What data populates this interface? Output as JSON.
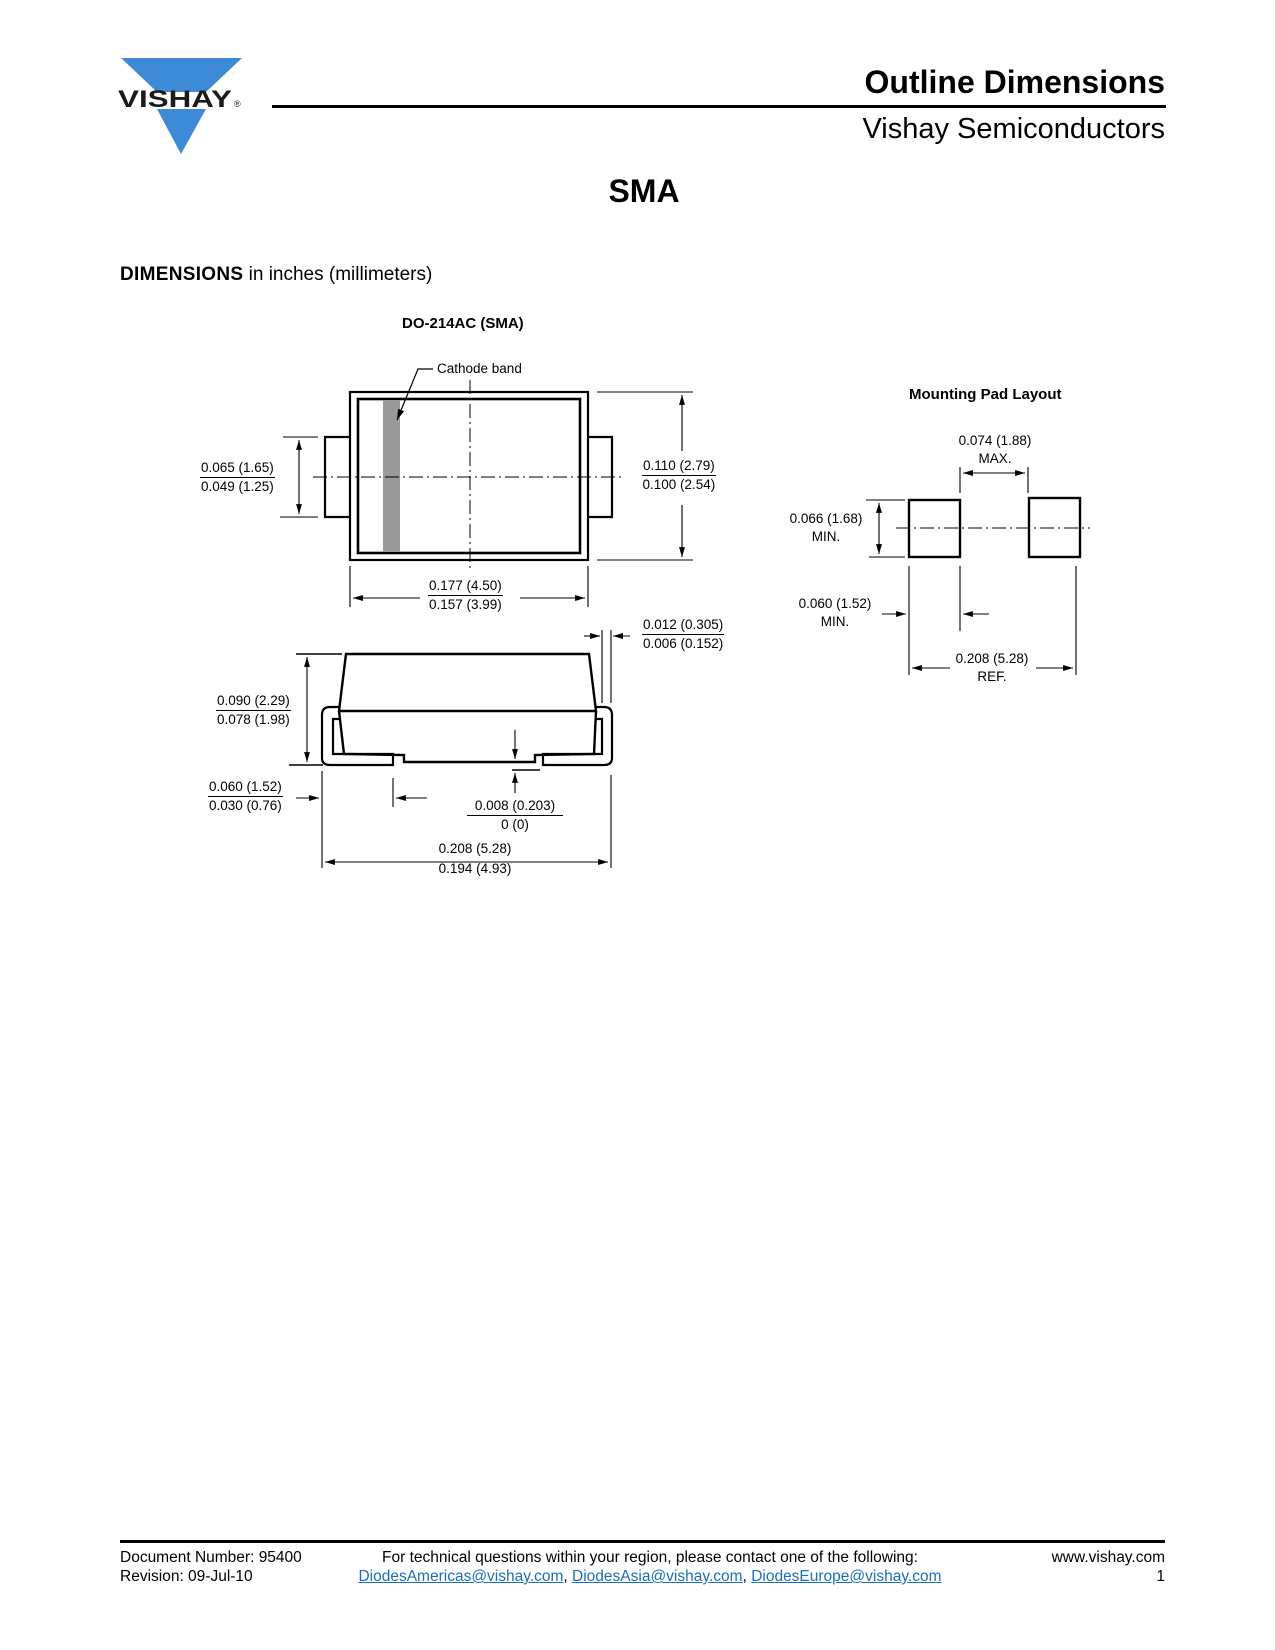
{
  "header": {
    "logo_text": "VISHAY",
    "logo_mark": "®",
    "brand_color": "#3d8ad6",
    "title": "Outline Dimensions",
    "subtitle": "Vishay Semiconductors"
  },
  "document": {
    "title": "SMA",
    "dimensions_heading_bold": "DIMENSIONS",
    "dimensions_heading_rest": " in inches (millimeters)"
  },
  "package_drawing": {
    "title": "DO-214AC (SMA)",
    "cathode_label": "Cathode band",
    "cathode_band_color": "#999999",
    "dims": {
      "lead_width": {
        "max": "0.065 (1.65)",
        "min": "0.049 (1.25)"
      },
      "body_width": {
        "max": "0.110 (2.79)",
        "min": "0.100 (2.54)"
      },
      "body_length": {
        "max": "0.177 (4.50)",
        "min": "0.157 (3.99)"
      },
      "lead_thickness": {
        "max": "0.012 (0.305)",
        "min": "0.006 (0.152)"
      },
      "height": {
        "max": "0.090 (2.29)",
        "min": "0.078 (1.98)"
      },
      "lead_length": {
        "max": "0.060 (1.52)",
        "min": "0.030 (0.76)"
      },
      "standoff": {
        "max": "0.008 (0.203)",
        "min": "0 (0)"
      },
      "overall_length": {
        "max": "0.208 (5.28)",
        "min": "0.194 (4.93)"
      }
    }
  },
  "pad_layout": {
    "title": "Mounting Pad Layout",
    "gap": {
      "value": "0.074 (1.88)",
      "note": "MAX."
    },
    "pad_height": {
      "value": "0.066 (1.68)",
      "note": "MIN."
    },
    "pad_width": {
      "value": "0.060 (1.52)",
      "note": "MIN."
    },
    "overall": {
      "value": "0.208 (5.28)",
      "note": "REF."
    }
  },
  "footer": {
    "doc_number": "Document Number: 95400",
    "revision": "Revision: 09-Jul-10",
    "contact_text": "For technical questions within your region, please contact one of the following:",
    "emails": [
      "DiodesAmericas@vishay.com",
      "DiodesAsia@vishay.com",
      "DiodesEurope@vishay.com"
    ],
    "separator": ", ",
    "website": "www.vishay.com",
    "page_number": "1",
    "link_color": "#1a6fb6"
  }
}
